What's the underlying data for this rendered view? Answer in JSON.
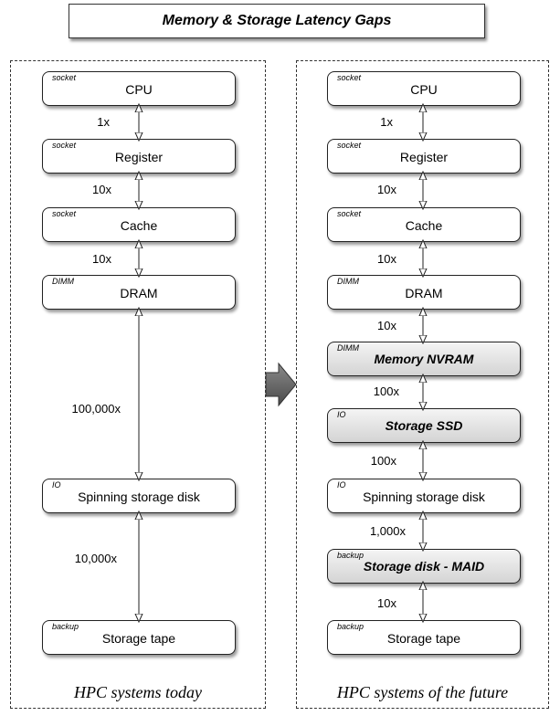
{
  "title": "Memory & Storage Latency Gaps",
  "big_arrow_icon": "right-arrow-icon",
  "left": {
    "caption": "HPC systems today",
    "nodes": [
      {
        "tag": "socket",
        "label": "CPU"
      },
      {
        "tag": "socket",
        "label": "Register"
      },
      {
        "tag": "socket",
        "label": "Cache"
      },
      {
        "tag": "DIMM",
        "label": "DRAM"
      },
      {
        "tag": "IO",
        "label": "Spinning storage disk"
      },
      {
        "tag": "backup",
        "label": "Storage tape"
      }
    ],
    "factors": [
      "1x",
      "10x",
      "10x",
      "100,000x",
      "10,000x"
    ]
  },
  "right": {
    "caption": "HPC systems of the future",
    "nodes": [
      {
        "tag": "socket",
        "label": "CPU"
      },
      {
        "tag": "socket",
        "label": "Register"
      },
      {
        "tag": "socket",
        "label": "Cache"
      },
      {
        "tag": "DIMM",
        "label": "DRAM"
      },
      {
        "tag": "DIMM",
        "label": "Memory NVRAM"
      },
      {
        "tag": "IO",
        "label": "Storage SSD"
      },
      {
        "tag": "IO",
        "label": "Spinning storage disk"
      },
      {
        "tag": "backup",
        "label": "Storage disk - MAID"
      },
      {
        "tag": "backup",
        "label": "Storage tape"
      }
    ],
    "factors": [
      "1x",
      "10x",
      "10x",
      "10x",
      "100x",
      "100x",
      "1,000x",
      "10x"
    ]
  }
}
